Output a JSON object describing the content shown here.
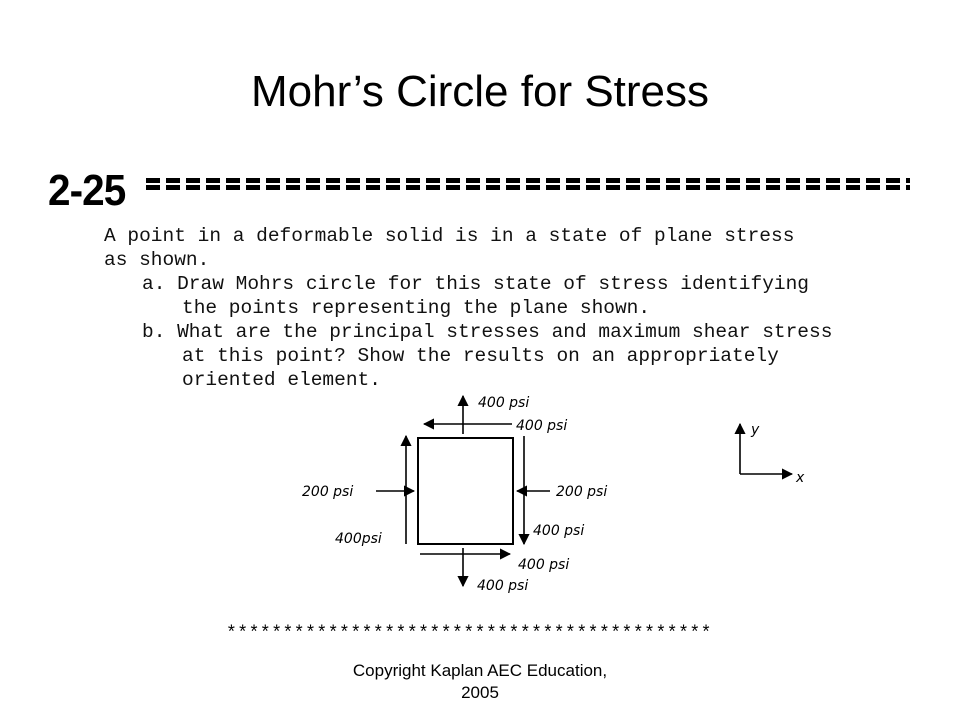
{
  "slide": {
    "title": "Mohr’s Circle for Stress",
    "problem_number": "2-25",
    "problem_lines": [
      "A point in a deformable solid is in a state of plane stress",
      "as shown.",
      "a. Draw Mohrs circle for this state of stress identifying",
      "the points representing the plane shown.",
      "b. What are the principal stresses and maximum shear stress",
      "at this point? Show the results on an appropriately",
      "oriented element."
    ],
    "separator": "*******************************************",
    "copyright_line1": "Copyright Kaplan AEC Education,",
    "copyright_line2": "2005"
  },
  "diagram": {
    "top_normal": "400 psi",
    "top_shear": "400 psi",
    "left_normal": "200 psi",
    "right_normal": "200 psi",
    "left_shear": "400psi",
    "right_shear": "400 psi",
    "bottom_shear": "400 psi",
    "bottom_normal": "400 psi",
    "axis_y": "y",
    "axis_x": "x"
  }
}
